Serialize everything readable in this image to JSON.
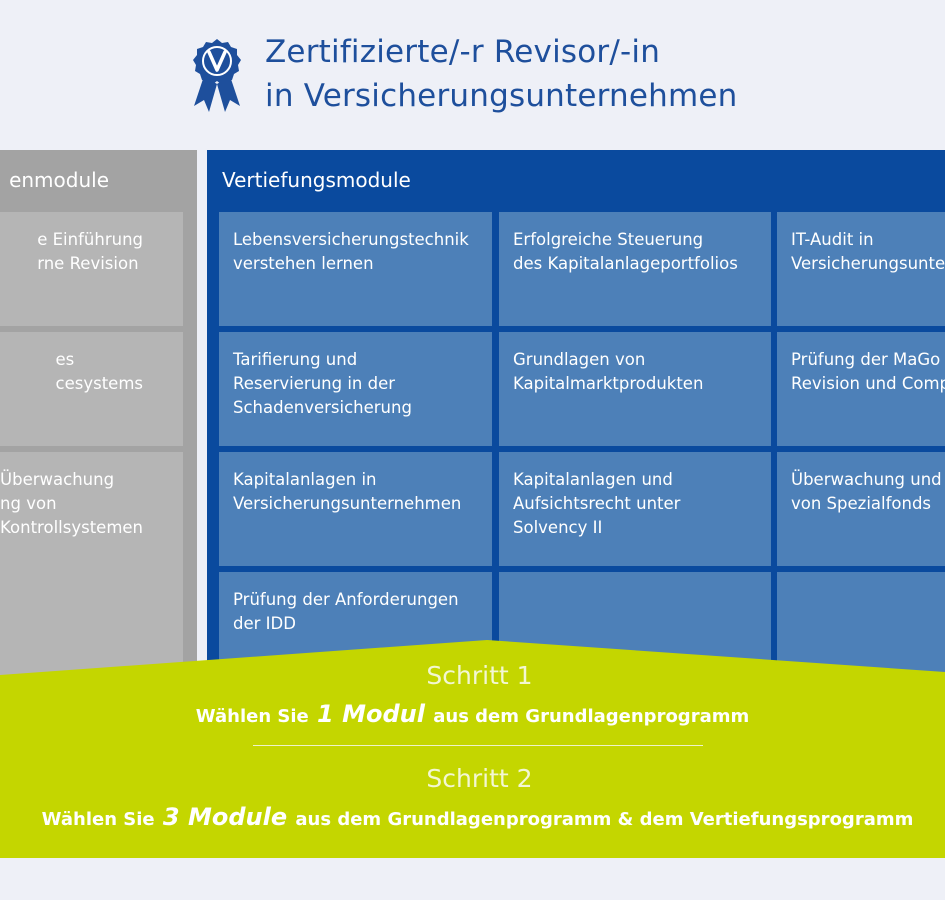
{
  "header": {
    "title_line1": "Zertifizierte/-r Revisor/-in",
    "title_line2": "in Versicherungsunternehmen"
  },
  "grundlagen": {
    "heading": "enmodule",
    "modules": [
      {
        "lines": [
          "e Einführung",
          "rne Revision"
        ]
      },
      {
        "lines": [
          "es",
          "cesystems"
        ]
      },
      {
        "lines": [
          "Überwachung",
          "ng von",
          "Kontrollsystemen"
        ]
      }
    ]
  },
  "vertiefung": {
    "heading": "Vertiefungsmodule",
    "modules": [
      {
        "lines": [
          "Lebensversicherungstechnik",
          "verstehen lernen"
        ]
      },
      {
        "lines": [
          "Erfolgreiche Steuerung",
          "des Kapitalanlageportfolios"
        ]
      },
      {
        "lines": [
          "IT-Audit in",
          "Versicherungsunte"
        ]
      },
      {
        "lines": [
          "Tarifierung und",
          "Reservierung in der",
          "Schadenversicherung"
        ]
      },
      {
        "lines": [
          "Grundlagen von",
          "Kapitalmarktprodukten"
        ]
      },
      {
        "lines": [
          "Prüfung der MaGo",
          "Revision und Comp"
        ]
      },
      {
        "lines": [
          "Kapitalanlagen in",
          "Versicherungsunternehmen"
        ]
      },
      {
        "lines": [
          "Kapitalanlagen und",
          "Aufsichtsrecht unter",
          "Solvency II"
        ]
      },
      {
        "lines": [
          "Überwachung und",
          "von Spezialfonds"
        ]
      },
      {
        "lines": [
          "Prüfung der Anforderungen",
          "der IDD"
        ]
      },
      {
        "lines": []
      },
      {
        "lines": []
      }
    ]
  },
  "steps": {
    "step1": {
      "title": "Schritt 1",
      "pre": "Wählen Sie",
      "emph": "1 Modul",
      "post": "aus dem Grundlagenprogramm"
    },
    "step2": {
      "title": "Schritt 2",
      "pre": "Wählen Sie",
      "emph": "3 Module",
      "post": "aus dem Grundlagenprogramm & dem Vertiefungsprogramm"
    }
  },
  "colors": {
    "title": "#1e4f9c",
    "panel_blue": "#0a4a9e",
    "cell_blue": "#4d80b8",
    "panel_grey": "#a3a3a3",
    "cell_grey": "#b5b5b5",
    "lime": "#c4d600"
  }
}
